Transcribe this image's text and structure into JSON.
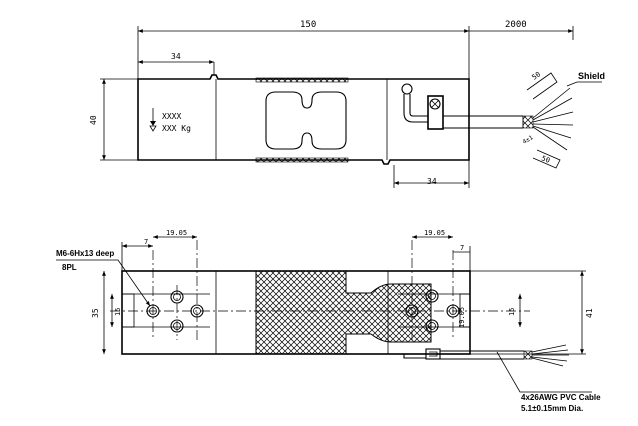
{
  "drawing": {
    "top_view": {
      "length_dim": "150",
      "cable_length_dim": "2000",
      "height_dim": "40",
      "hole_offset_top_dim": "34",
      "hole_offset_bottom_dim": "34",
      "capacity_marking_line1": "XXXX",
      "capacity_marking_line2": "XXX  Kg",
      "shield_label": "Shield",
      "strip_length_dim": "50",
      "wire_strip_dim": "4±1",
      "jacket_strip_dim": "50"
    },
    "side_view": {
      "thread_callout": "M6-6Hx13 deep",
      "thread_count": "8PL",
      "hole_pitch_left_dim": "19.05",
      "hole_offset_left_dim": "7",
      "hole_pitch_right_dim": "19.05",
      "hole_offset_right_dim": "7",
      "width_dim": "35",
      "hole_spacing_left_dim": "15",
      "hole_spacing_right_dim": "15",
      "right_vertical_dim": "19.05",
      "overall_height_dim": "41",
      "cable_spec_line1": "4x26AWG PVC Cable",
      "cable_spec_line2": "5.1±0.15mm Dia."
    }
  },
  "colors": {
    "line": "#000000",
    "background": "#ffffff"
  }
}
